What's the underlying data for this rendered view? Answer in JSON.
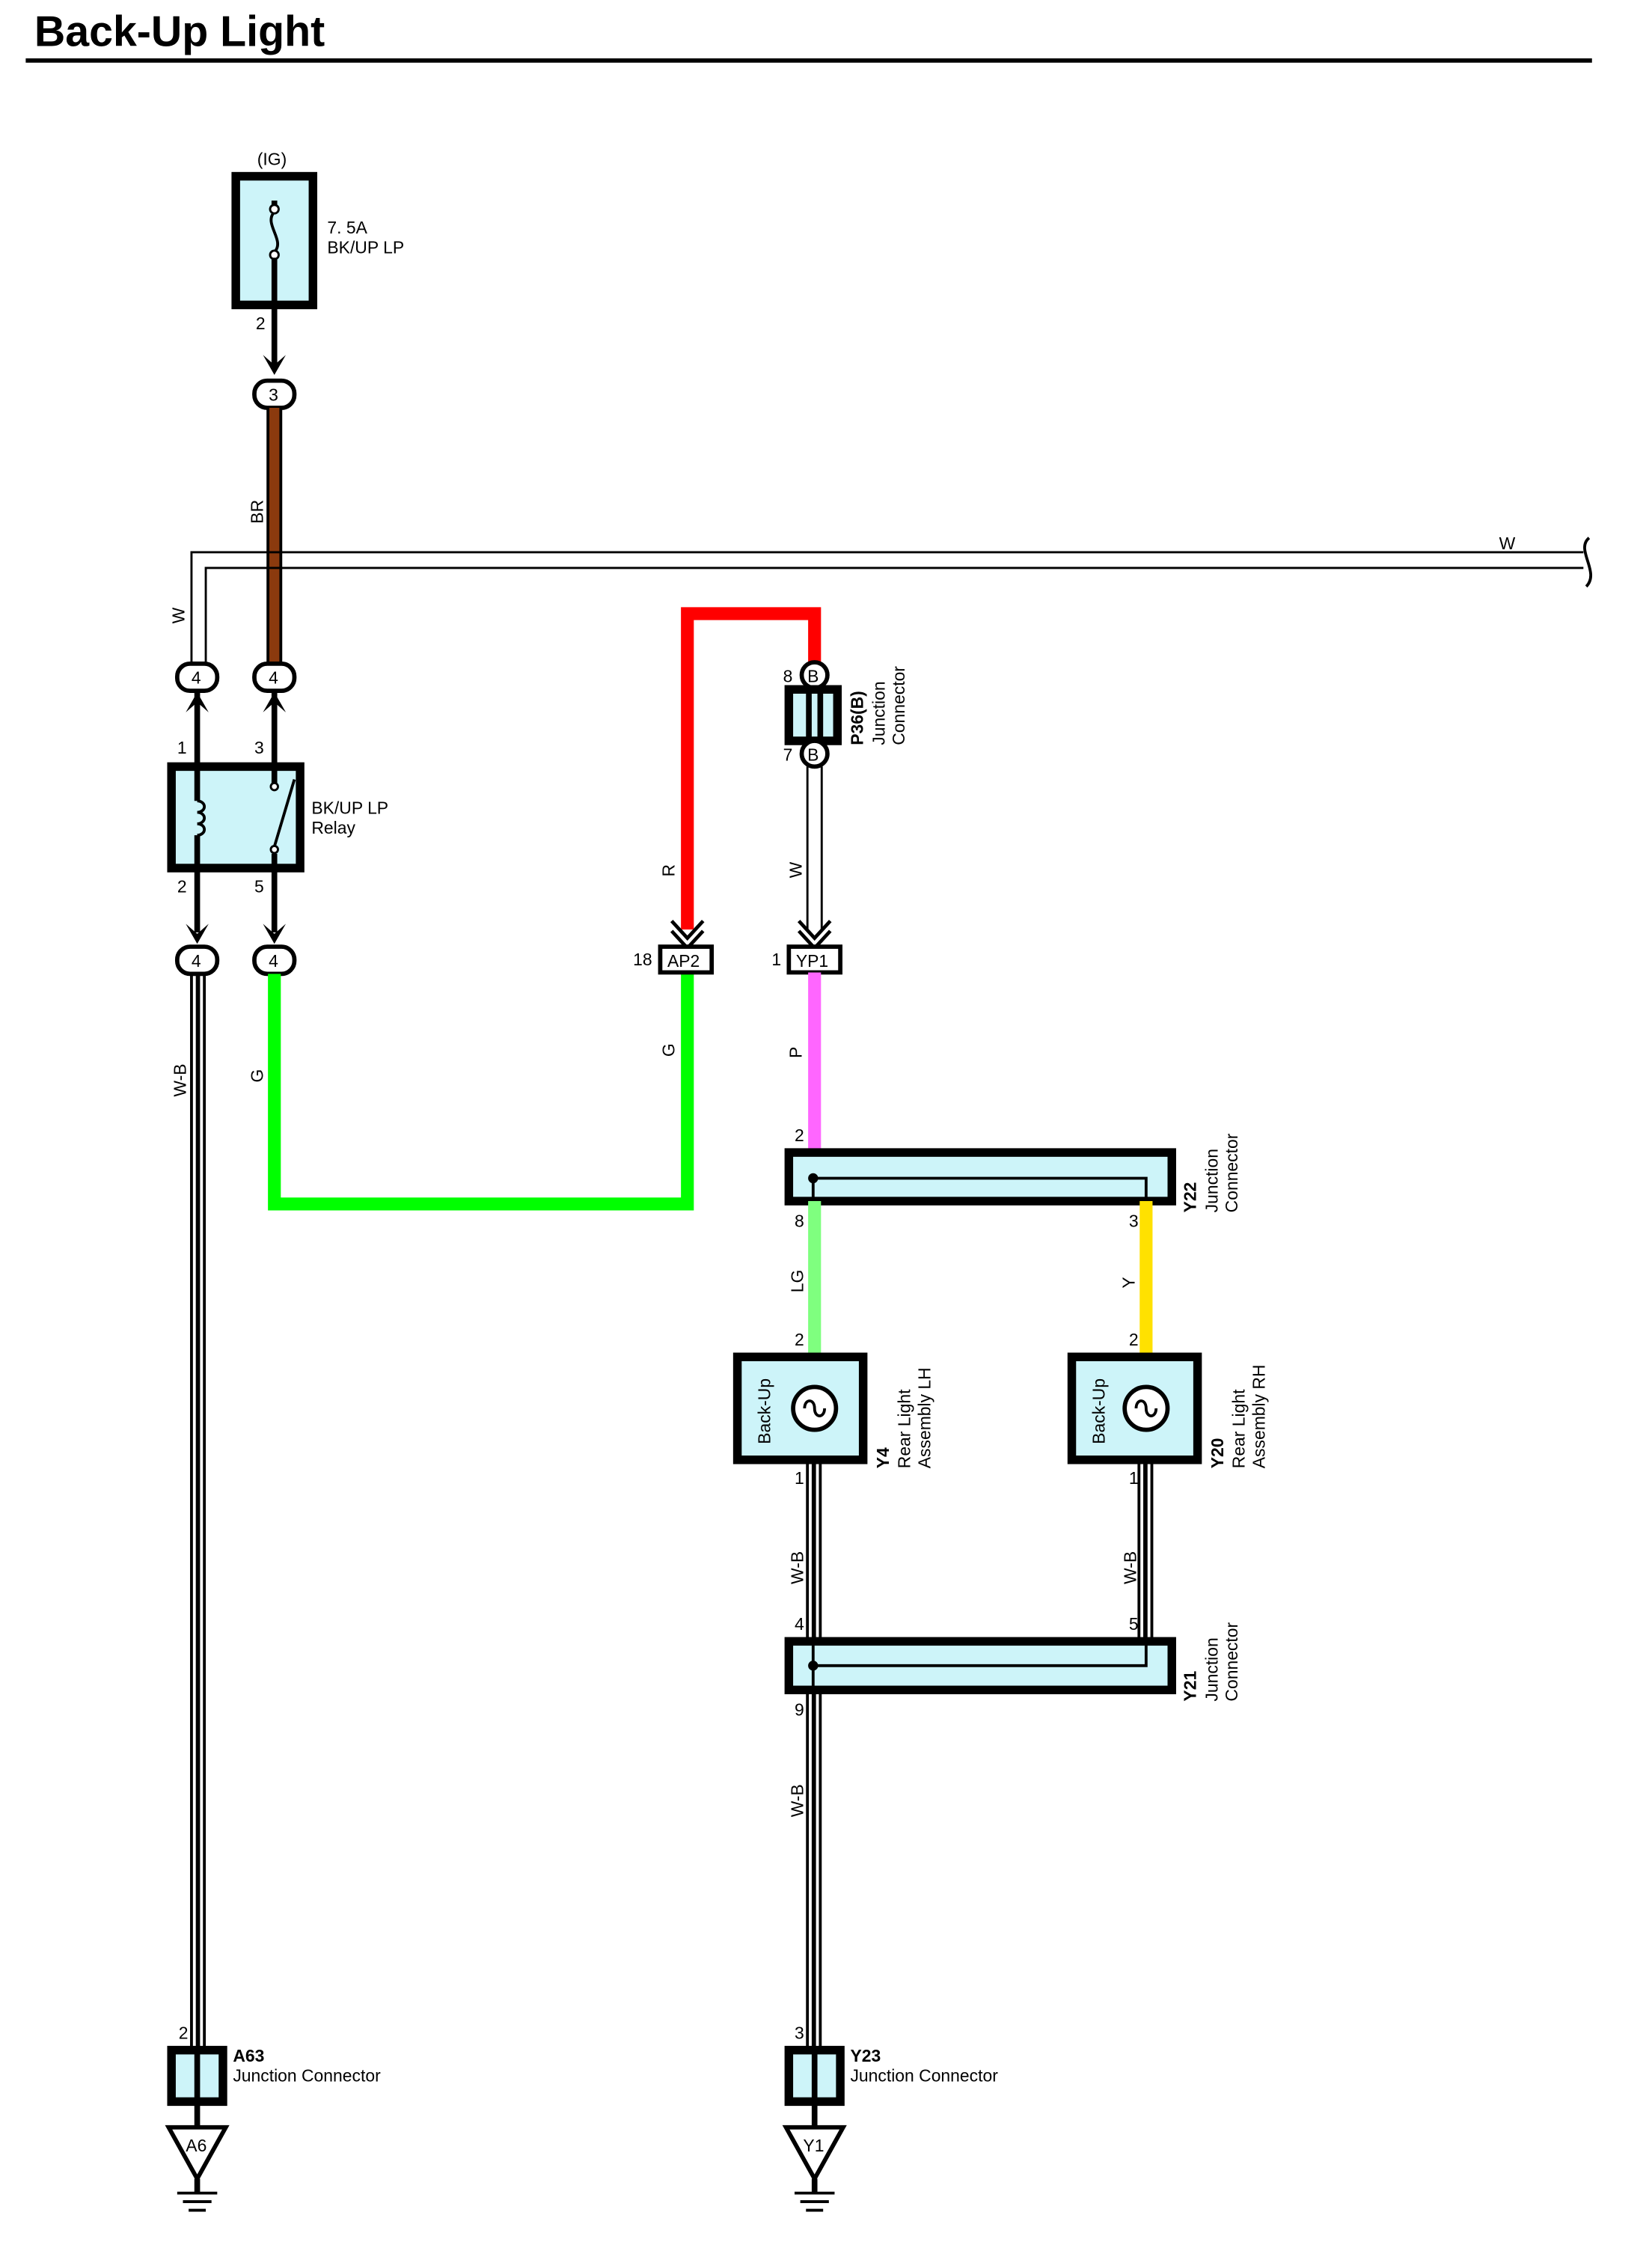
{
  "title": "Back-Up Light",
  "colors": {
    "component_fill": "#cdf4f9",
    "BR": "#8b3a0e",
    "R": "#ff0000",
    "G": "#00ff00",
    "P": "#ff66ff",
    "LG": "#7fff7f",
    "Y": "#ffe100",
    "W": "#ffffff",
    "W-B": "#000000"
  },
  "fuse": {
    "source": "(IG)",
    "rating": "7. 5A",
    "name": "BK/UP LP",
    "pin": "2"
  },
  "splices": {
    "s3": "3",
    "w_top": "4",
    "br_top": "4",
    "wb_bot": "4",
    "g_bot": "4",
    "p36_top": "B",
    "p36_bot": "B"
  },
  "relay": {
    "line1": "BK/UP LP",
    "line2": "Relay",
    "pin1": "1",
    "pin2": "2",
    "pin3": "3",
    "pin5": "5"
  },
  "p36": {
    "pin8": "8",
    "pin7": "7",
    "code": "P36(B)",
    "line1": "Junction",
    "line2": "Connector"
  },
  "ap2": {
    "pin": "18",
    "label": "AP2"
  },
  "yp1": {
    "pin": "1",
    "label": "YP1"
  },
  "wires": {
    "BR": "BR",
    "W": "W",
    "W_right": "W",
    "R": "R",
    "W_p36": "W",
    "G_left": "G",
    "G_right": "G",
    "WB_left": "W-B",
    "P": "P",
    "LG": "LG",
    "Y": "Y",
    "WB_y4": "W-B",
    "WB_y20": "W-B",
    "WB_y23": "W-B"
  },
  "y22": {
    "code": "Y22",
    "line1": "Junction",
    "line2": "Connector",
    "pin2": "2",
    "pin8": "8",
    "pin3": "3"
  },
  "y4": {
    "code": "Y4",
    "line1": "Rear Light",
    "line2": "Assembly LH",
    "inner": "Back-Up",
    "pin2": "2",
    "pin1": "1"
  },
  "y20": {
    "code": "Y20",
    "line1": "Rear Light",
    "line2": "Assembly RH",
    "inner": "Back-Up",
    "pin2": "2",
    "pin1": "1"
  },
  "y21": {
    "code": "Y21",
    "line1": "Junction",
    "line2": "Connector",
    "pin4": "4",
    "pin5": "5",
    "pin9": "9"
  },
  "a63": {
    "code": "A63",
    "desc": "Junction Connector",
    "pin": "2",
    "ground": "A6"
  },
  "y23": {
    "code": "Y23",
    "desc": "Junction Connector",
    "pin": "3",
    "ground": "Y1"
  }
}
